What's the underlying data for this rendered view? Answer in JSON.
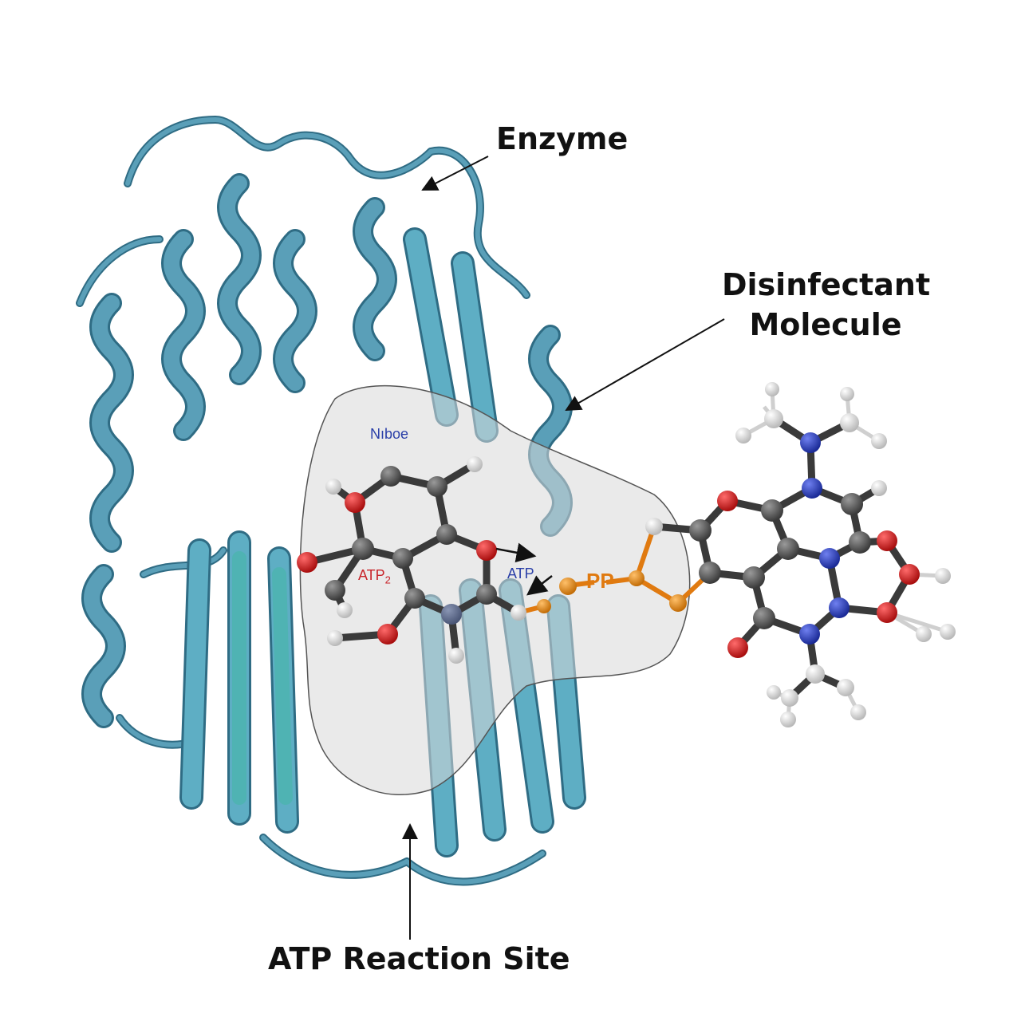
{
  "labels": {
    "enzyme": "Enzyme",
    "disinfectant_line1": "Disinfectant",
    "disinfectant_line2": "Molecule",
    "atp_site": "ATP Reaction Site",
    "nribose": "Nıboe",
    "atp2_main": "ATP",
    "atp2_sub": "2",
    "atp": "ATP",
    "pp": "PP"
  },
  "colors": {
    "ribbon": "#5a9fb8",
    "ribbon_dark": "#2f6c84",
    "ribbon_teal": "#4fb3b3",
    "pocket_fill": "#d8d8d8",
    "carbon": "#5a5a5a",
    "oxygen": "#d41818",
    "nitrogen": "#2a3fc8",
    "hydrogen": "#e8e8e8",
    "phosphorus": "#e8900f"
  },
  "icons": [
    "enzyme-ribbon",
    "disinfectant-molecule-model",
    "atp-ball-and-stick"
  ]
}
